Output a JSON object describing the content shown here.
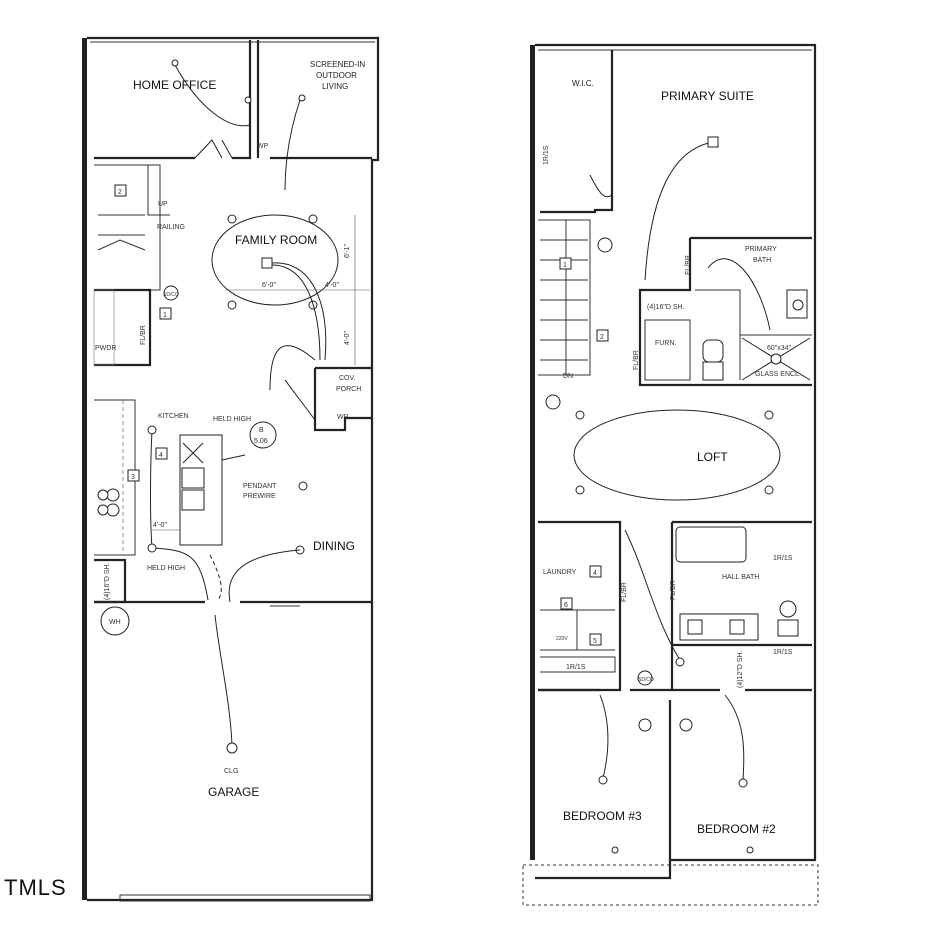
{
  "watermark": "TMLS",
  "first_floor": {
    "rooms": {
      "home_office": "HOME OFFICE",
      "screened_in": "SCREENED-IN",
      "outdoor": "OUTDOOR",
      "living": "LIVING",
      "family_room": "FAMILY ROOM",
      "railing": "RAILING",
      "up": "UP",
      "pwdr": "PWDR",
      "kitchen": "KITCHEN",
      "held_high_1": "HELD HIGH",
      "held_high_2": "HELD HIGH",
      "pendant": "PENDANT",
      "prewire": "PREWIRE",
      "cov": "COV.",
      "porch": "PORCH",
      "wp_top": "WP",
      "wp_porch": "WP",
      "dining": "DINING",
      "garage": "GARAGE",
      "clg": "CLG",
      "wh": "WH",
      "fl_br": "FL/BR",
      "shelf": "(4)16\"D SH.",
      "b_tag_top": "B",
      "b_tag_bottom": "5.06"
    },
    "dimensions": {
      "d1": "6'-1\"",
      "d2": "6'-0\"",
      "d3": "4'-0\"",
      "d4": "4'-0\"",
      "d5": "4'-0\""
    },
    "tags": [
      "1",
      "2",
      "3",
      "4"
    ],
    "smoke_label": "SD/CO"
  },
  "second_floor": {
    "rooms": {
      "wic": "W.I.C.",
      "primary_suite": "PRIMARY SUITE",
      "primary_bath_1": "PRIMARY",
      "primary_bath_2": "BATH",
      "shelf": "(4)16\"D SH.",
      "furn": "FURN.",
      "glass_size": "60\"x34\"",
      "glass_encl": "GLASS ENCL.",
      "fl_br_1": "FL/BR",
      "fl_br_2": "FL/BR",
      "fl_br_3": "FL/BR",
      "fl_br_4": "FL/BR",
      "dn": "DN",
      "loft": "LOFT",
      "laundry": "LAUNDRY",
      "hall_bath": "HALL BATH",
      "bedroom3": "BEDROOM #3",
      "bedroom2": "BEDROOM #2",
      "r1s_1": "1R/1S",
      "r1s_2": "1R/1S",
      "r1s_3": "1R/1S",
      "r1s_4": "1R/1S",
      "hall_shelf": "(4)12\"D SH.",
      "v220": "220V"
    },
    "tags": [
      "1",
      "2",
      "4",
      "5",
      "6"
    ],
    "smoke_label": "SD/CO"
  }
}
